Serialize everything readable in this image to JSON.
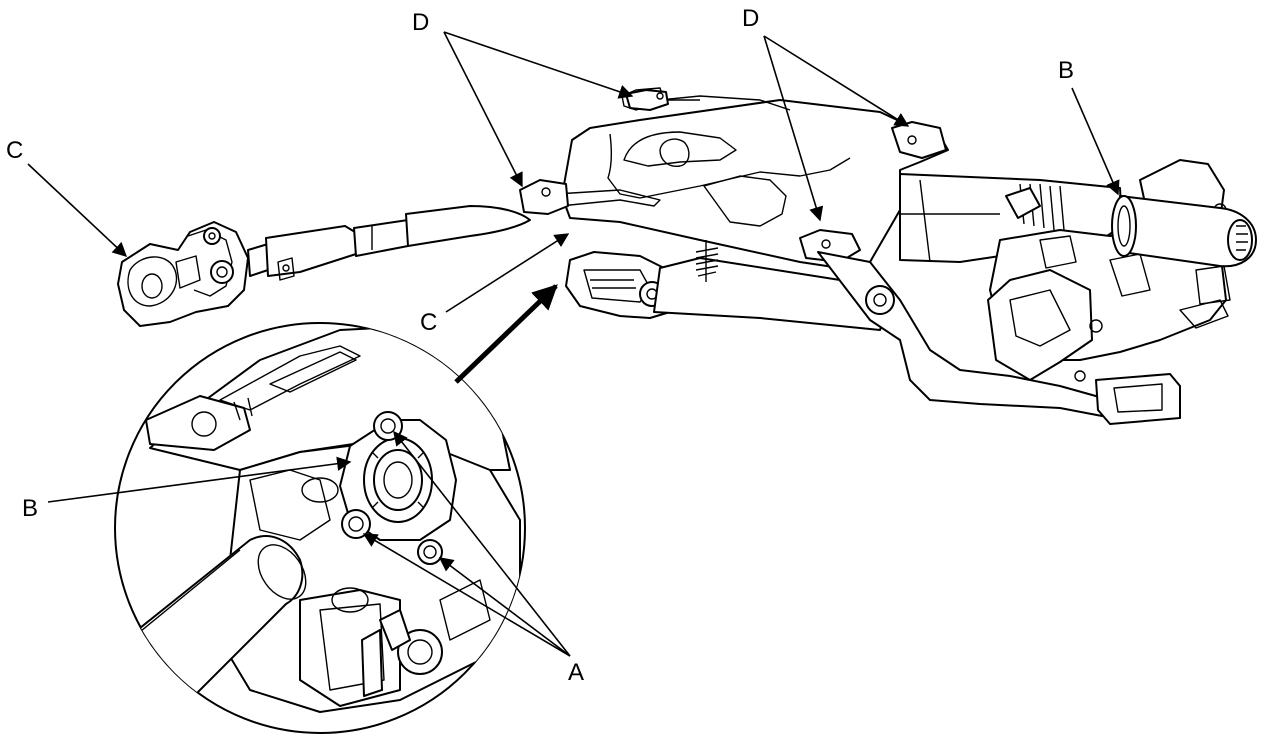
{
  "labels": {
    "d_left": "D",
    "d_right": "D",
    "c_left": "C",
    "c_center": "C",
    "b_right": "B",
    "b_inset": "B",
    "a_inset": "A"
  }
}
